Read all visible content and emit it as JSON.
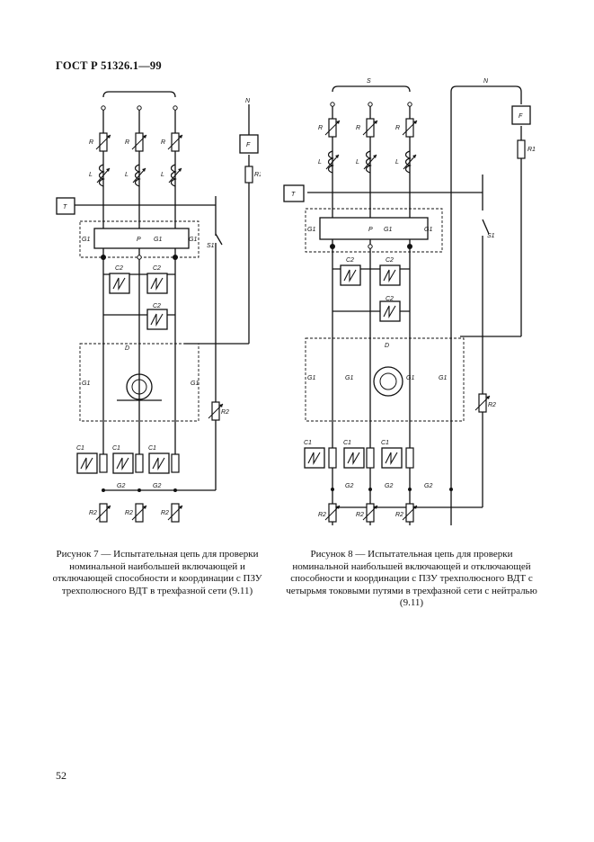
{
  "header": {
    "standard": "ГОСТ Р 51326.1—99"
  },
  "figure7": {
    "caption": "Рисунок 7 — Испытательная цепь для проверки номинальной наибольшей включающей и отключающей способности и координации с ПЗУ трехполюсного ВДТ в трехфазной сети (9.11)"
  },
  "figure8": {
    "caption": "Рисунок 8 — Испытательная цепь для проверки номинальной наибольшей включающей и отключающей способности и координации с ПЗУ трехполюсного ВДТ с четырьмя токовыми путями в трехфазной сети с нейтралью (9.11)"
  },
  "footer": {
    "page_number": "52"
  }
}
